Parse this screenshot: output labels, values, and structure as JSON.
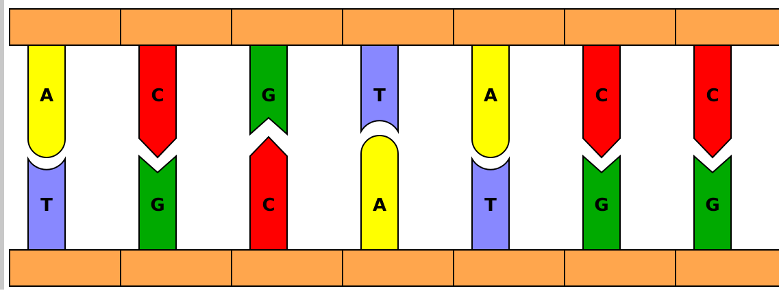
{
  "colors": {
    "backbone": "#FFA64D",
    "A": "#FFFF00",
    "T": "#8888FF",
    "G": "#00AA00",
    "C": "#FF0000",
    "outline": "#000000",
    "background": "#FFFFFF",
    "left_strip": "#C8C8C8"
  },
  "top_strand": [
    "A",
    "C",
    "G",
    "T",
    "A",
    "C",
    "C"
  ],
  "bottom_strand": [
    "T",
    "G",
    "C",
    "A",
    "T",
    "G",
    "G"
  ],
  "base_shapes": {
    "A": "round-convex",
    "T": "round-concave",
    "G": "notch-concave",
    "C": "notch-convex"
  }
}
